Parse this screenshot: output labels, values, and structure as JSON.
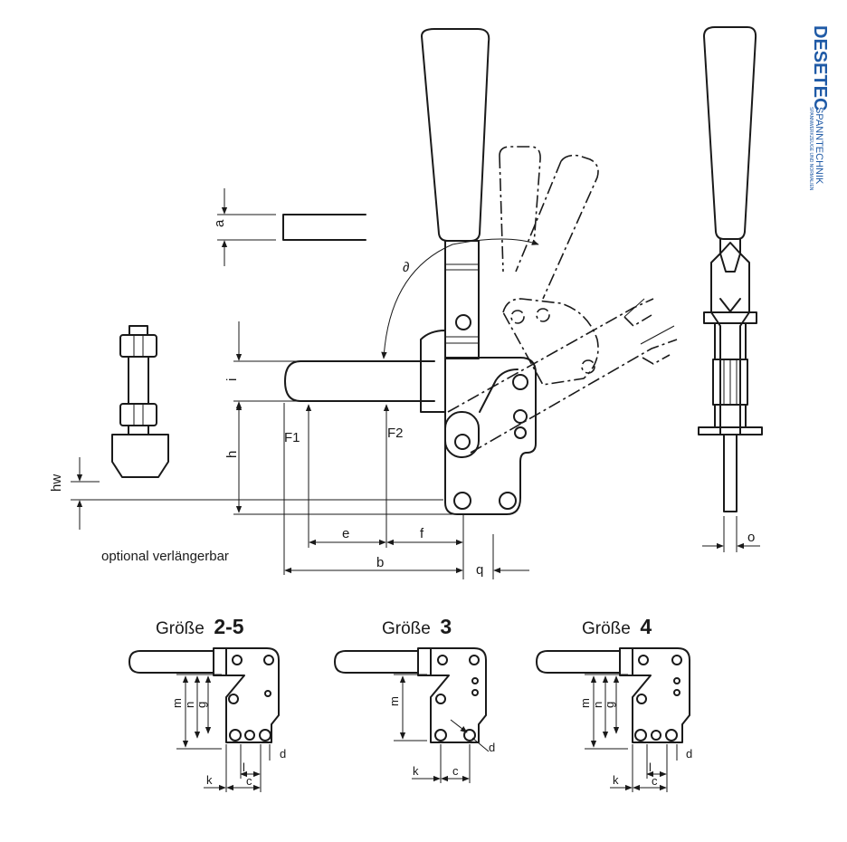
{
  "brand": {
    "name": "DESETEC",
    "subtitle": "SPANNTECHNIK",
    "tagline": "SPANNWERKZEUGE UND NORMALIEN",
    "color": "#1f5aa6"
  },
  "main_view": {
    "dimensions": {
      "a": "a",
      "angle": "∂",
      "i": "i",
      "h": "h",
      "hw": "hw",
      "F1": "F1",
      "F2": "F2",
      "e": "e",
      "f": "f",
      "b": "b",
      "q": "q"
    },
    "note": "optional verlängerbar"
  },
  "side_view": {
    "dimensions": {
      "o": "o"
    }
  },
  "size_variants": [
    {
      "label": "Größe",
      "number": "2-5",
      "dims": {
        "m": "m",
        "n": "n",
        "g": "g",
        "d": "d",
        "k": "k",
        "l": "l",
        "c": "c"
      }
    },
    {
      "label": "Größe",
      "number": "3",
      "dims": {
        "m": "m",
        "d": "d",
        "k": "k",
        "c": "c"
      }
    },
    {
      "label": "Größe",
      "number": "4",
      "dims": {
        "m": "m",
        "n": "n",
        "g": "g",
        "d": "d",
        "k": "k",
        "l": "l",
        "c": "c"
      }
    }
  ]
}
